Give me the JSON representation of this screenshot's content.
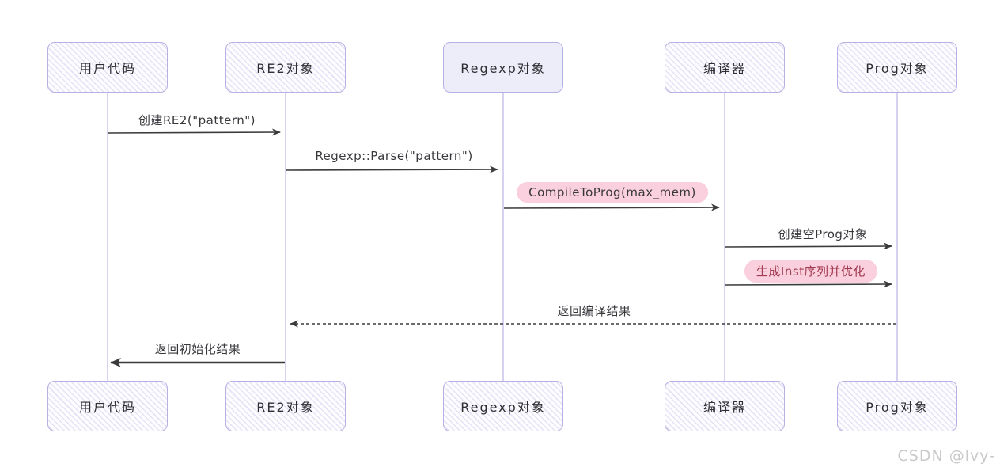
{
  "diagram": {
    "type": "sequence-diagram",
    "actors": [
      {
        "label": "用户代码"
      },
      {
        "label": "RE2对象"
      },
      {
        "label": "Regexp对象"
      },
      {
        "label": "编译器"
      },
      {
        "label": "Prog对象"
      }
    ],
    "messages": [
      {
        "label": "创建RE2(\"pattern\")",
        "from": "用户代码",
        "to": "RE2对象",
        "line": "solid",
        "highlight": false
      },
      {
        "label": "Regexp::Parse(\"pattern\")",
        "from": "RE2对象",
        "to": "Regexp对象",
        "line": "solid",
        "highlight": false
      },
      {
        "label": "CompileToProg(max_mem)",
        "from": "Regexp对象",
        "to": "编译器",
        "line": "solid",
        "highlight": true
      },
      {
        "label": "创建空Prog对象",
        "from": "编译器",
        "to": "Prog对象",
        "line": "solid",
        "highlight": false
      },
      {
        "label": "生成Inst序列并优化",
        "from": "编译器",
        "to": "Prog对象",
        "line": "solid",
        "highlight": true
      },
      {
        "label": "返回编译结果",
        "from": "Prog对象",
        "to": "RE2对象",
        "line": "dashed",
        "highlight": false
      },
      {
        "label": "返回初始化结果",
        "from": "RE2对象",
        "to": "用户代码",
        "line": "solid-bold",
        "highlight": false
      }
    ],
    "watermark": "CSDN @lvy-",
    "colors": {
      "box_border": "#b6b1e3",
      "box_fill_solid": "#ededfa",
      "hatch_line": "#e6e2f5",
      "lifeline": "#d6d2ef",
      "arrow": "#3b3b3b",
      "highlight_pill": "#fbd0de",
      "highlight_text_red": "#a23950",
      "watermark": "#c9c9c9"
    }
  }
}
